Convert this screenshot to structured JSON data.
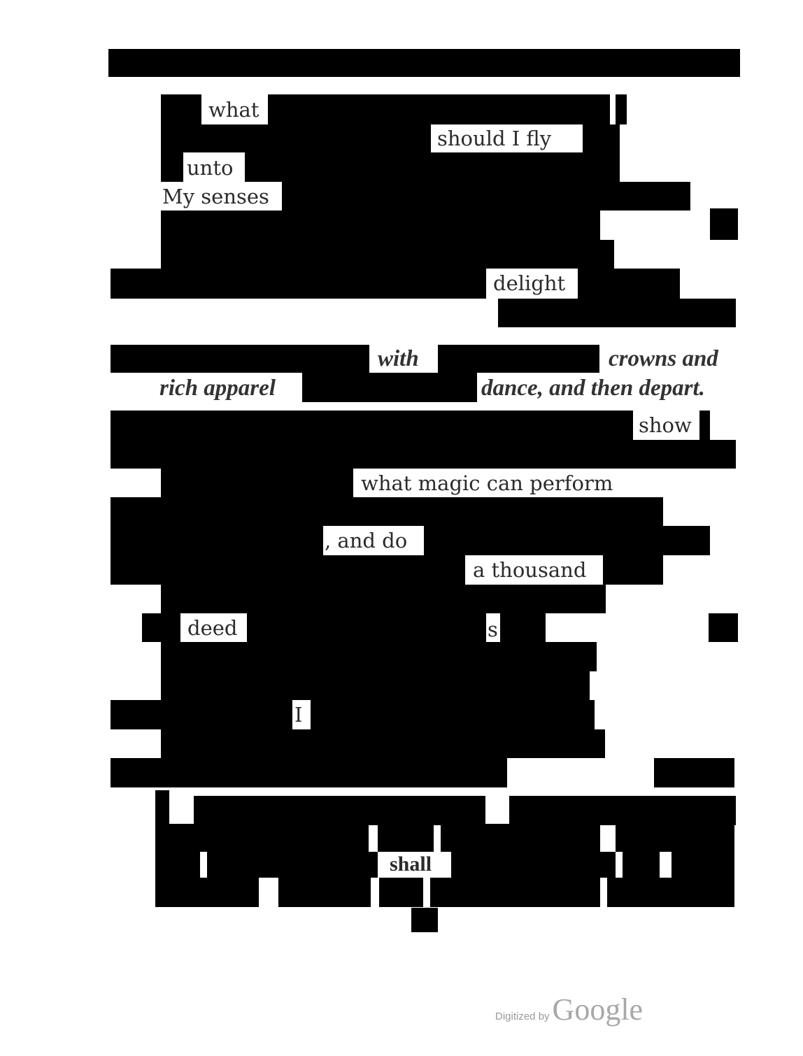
{
  "poem_words": {
    "w1": "what",
    "w2": "should I fly",
    "w3": "unto",
    "w4": "My senses",
    "w5": "delight",
    "w6": "with",
    "w7": "crowns and",
    "w8": "rich apparel",
    "w9": "dance, and then depart.",
    "w10": "show",
    "w11": "what magic can perform",
    "w12": ", and do",
    "w13": "a thousand",
    "w14": "deed",
    "w15": "s",
    "w16": "I",
    "w17": "shall"
  },
  "footer": {
    "prefix": "Digitized by",
    "brand": "Google"
  }
}
